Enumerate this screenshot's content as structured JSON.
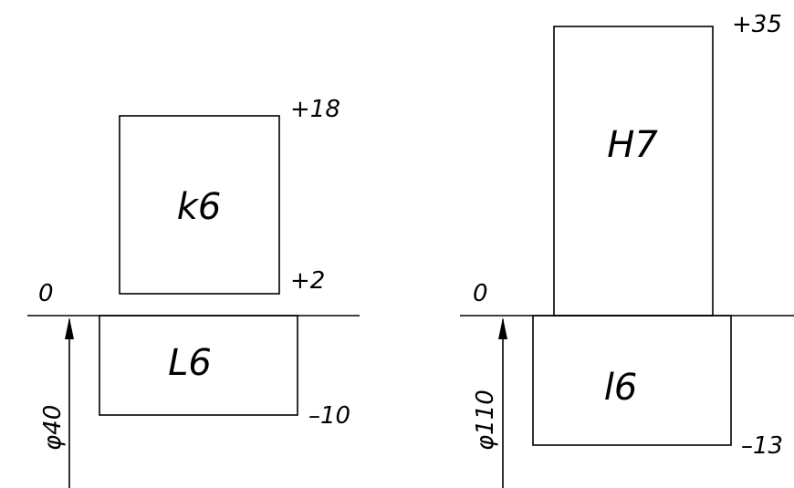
{
  "diagrams": [
    {
      "zero_label": "0",
      "diameter_label": "φ40",
      "upper_zone": {
        "label": "k6",
        "upper_dev": "+18",
        "lower_dev": "+2"
      },
      "lower_zone": {
        "label": "L6",
        "lower_dev": "–10"
      }
    },
    {
      "zero_label": "0",
      "diameter_label": "φ110",
      "upper_zone": {
        "label": "H7",
        "upper_dev": "+35"
      },
      "lower_zone": {
        "label": "l6",
        "lower_dev": "–13"
      }
    }
  ]
}
